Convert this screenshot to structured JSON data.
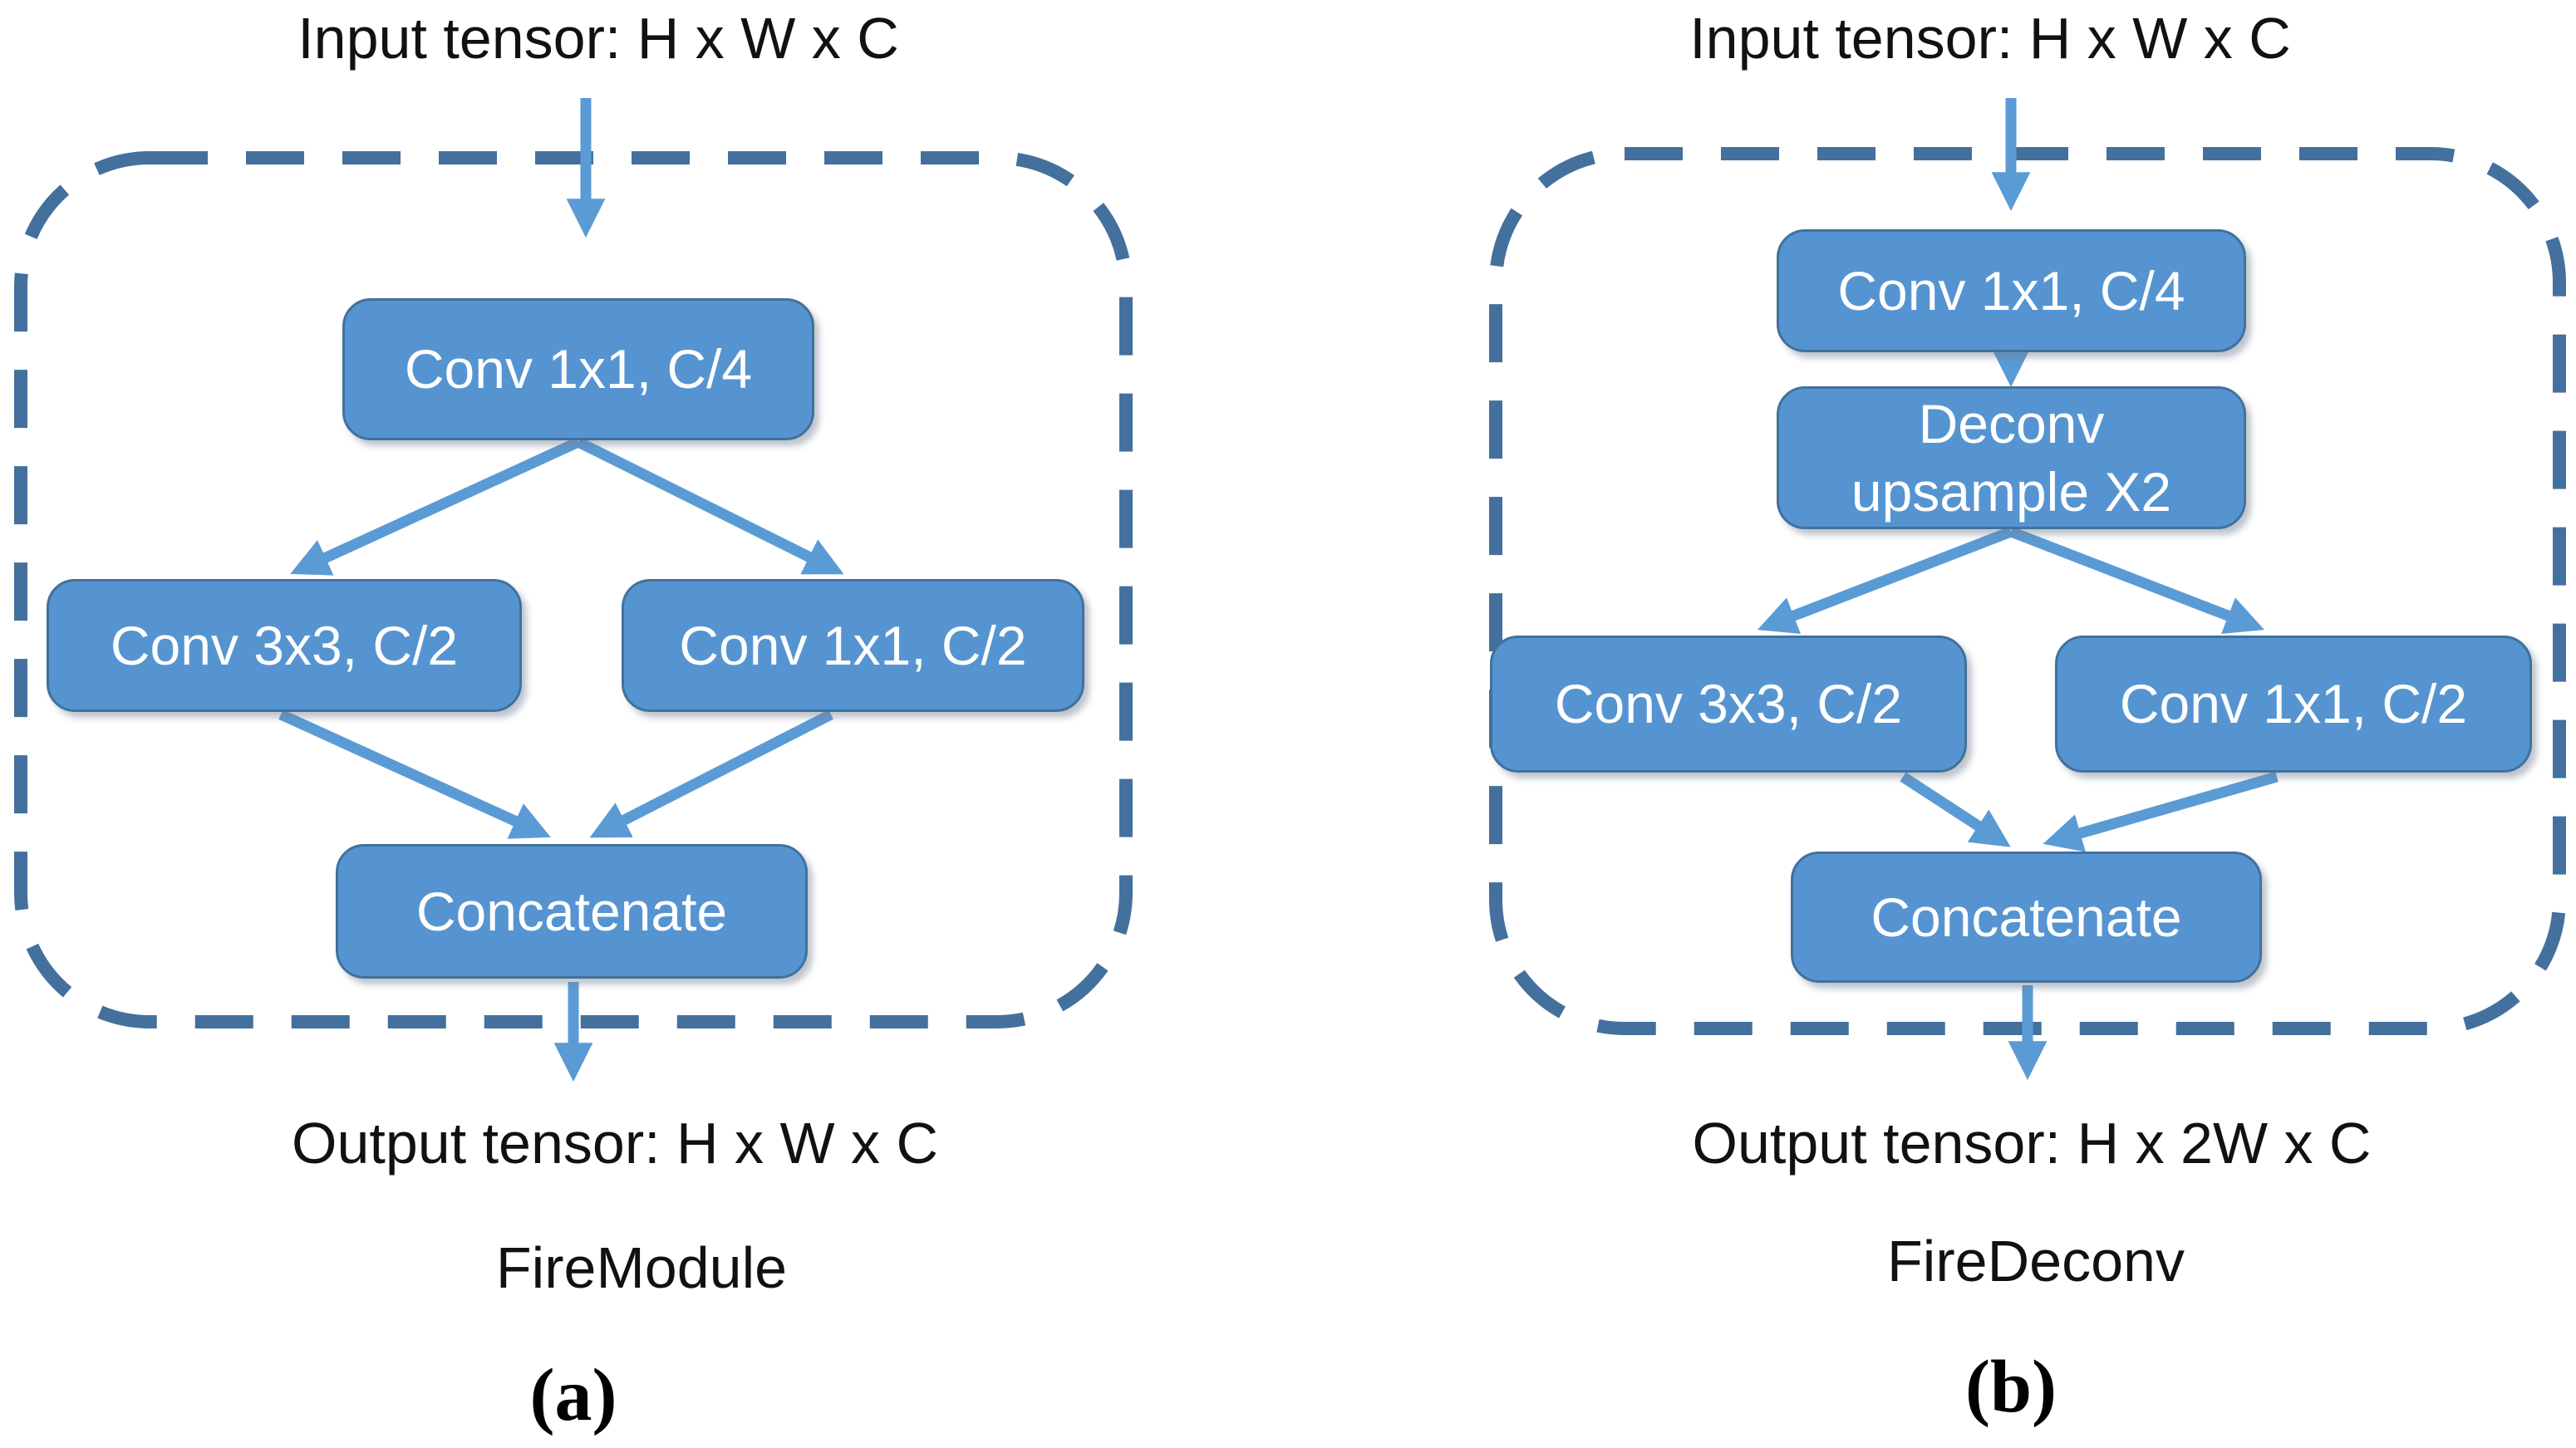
{
  "figure": {
    "colors": {
      "box_fill": "#5694D1",
      "box_border": "#41719C",
      "arrow": "#5B9BD5",
      "dashed_border": "#44709D",
      "box_text": "#FFFFFF",
      "label_text": "#111111"
    },
    "panel_a": {
      "input_label": "Input tensor: H x W x C",
      "nodes": {
        "squeeze": "Conv 1x1, C/4",
        "expand3": "Conv 3x3, C/2",
        "expand1": "Conv 1x1, C/2",
        "concat": "Concatenate"
      },
      "output_label": "Output tensor: H x W x C",
      "module_name": "FireModule",
      "caption": "(a)"
    },
    "panel_b": {
      "input_label": "Input tensor: H x W x C",
      "nodes": {
        "squeeze": "Conv 1x1, C/4",
        "deconv": "Deconv\nupsample X2",
        "expand3": "Conv 3x3, C/2",
        "expand1": "Conv 1x1, C/2",
        "concat": "Concatenate"
      },
      "output_label": "Output tensor: H x 2W x C",
      "module_name": "FireDeconv",
      "caption": "(b)"
    }
  }
}
